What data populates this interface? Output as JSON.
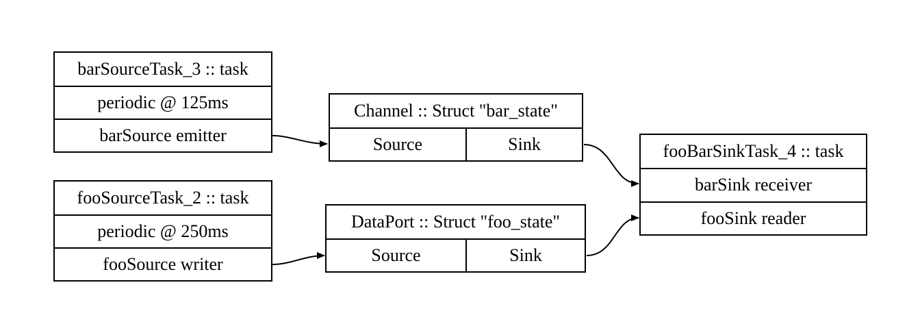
{
  "nodes": {
    "bar_source_task": {
      "title": "barSourceTask_3 :: task",
      "schedule": "periodic @ 125ms",
      "port": "barSource emitter"
    },
    "foo_source_task": {
      "title": "fooSourceTask_2 :: task",
      "schedule": "periodic @ 250ms",
      "port": "fooSource writer"
    },
    "channel": {
      "title": "Channel :: Struct \"bar_state\"",
      "source": "Source",
      "sink": "Sink"
    },
    "dataport": {
      "title": "DataPort :: Struct \"foo_state\"",
      "source": "Source",
      "sink": "Sink"
    },
    "foobar_sink_task": {
      "title": "fooBarSinkTask_4 :: task",
      "port_bar": "barSink receiver",
      "port_foo": "fooSink reader"
    }
  },
  "edges": [
    {
      "from": "barSource emitter",
      "to": "Channel Source"
    },
    {
      "from": "fooSource writer",
      "to": "DataPort Source"
    },
    {
      "from": "Channel Sink",
      "to": "barSink receiver"
    },
    {
      "from": "DataPort Sink",
      "to": "fooSink reader"
    }
  ]
}
